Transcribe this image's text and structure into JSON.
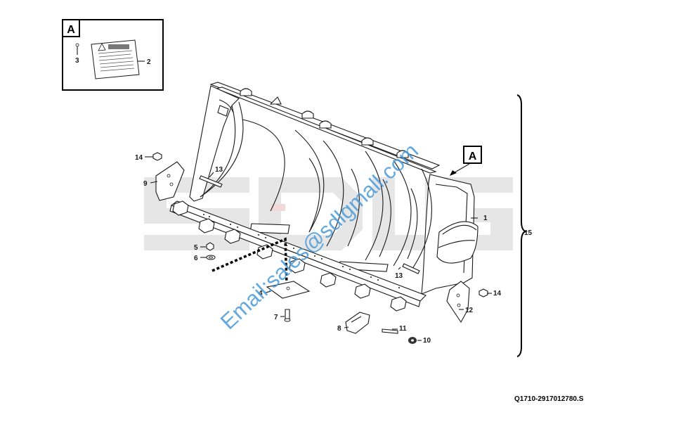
{
  "detail_box": {
    "label": "A"
  },
  "main_view_marker": {
    "label": "A"
  },
  "assembly_callout": "15",
  "callouts": [
    {
      "key": "c1",
      "text": "1"
    },
    {
      "key": "c2",
      "text": "2"
    },
    {
      "key": "c3",
      "text": "3"
    },
    {
      "key": "c4",
      "text": "4"
    },
    {
      "key": "c5",
      "text": "5"
    },
    {
      "key": "c6",
      "text": "6"
    },
    {
      "key": "c7",
      "text": "7"
    },
    {
      "key": "c8",
      "text": "8"
    },
    {
      "key": "c9",
      "text": "9"
    },
    {
      "key": "c10",
      "text": "10"
    },
    {
      "key": "c11",
      "text": "11"
    },
    {
      "key": "c12",
      "text": "12"
    },
    {
      "key": "c13a",
      "text": "13"
    },
    {
      "key": "c13b",
      "text": "13"
    },
    {
      "key": "c14a",
      "text": "14"
    },
    {
      "key": "c14b",
      "text": "14"
    }
  ],
  "drawing_number": "Q1710-2917012780.S",
  "watermark_text": "Email:sales@sdlgmall.com",
  "watermark_logo": "SDLG",
  "colors": {
    "watermark_text": "#4a9bd8",
    "watermark_logo": "#e6e6e6",
    "logo_accent": "#f2d9d9"
  }
}
